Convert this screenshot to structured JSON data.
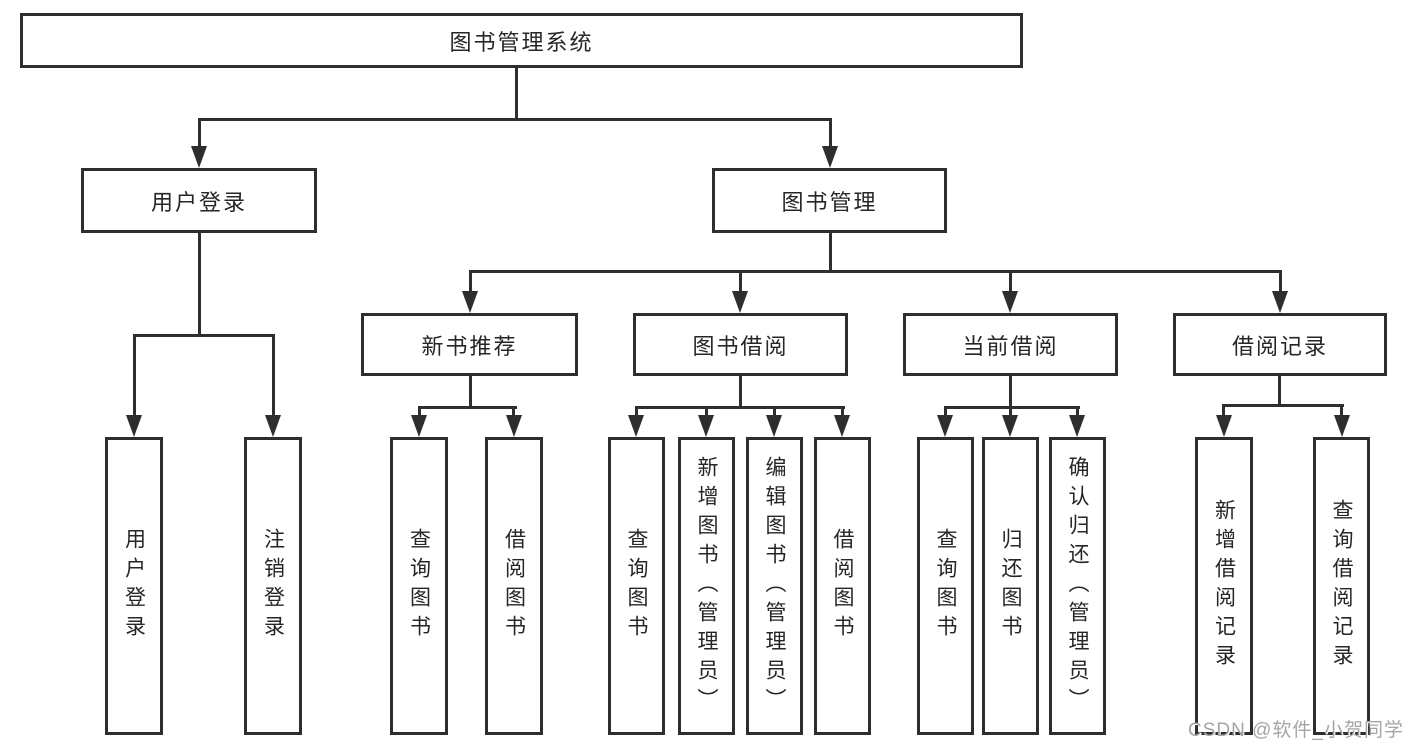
{
  "diagram_type": "tree",
  "tree": {
    "label": "图书管理系统",
    "children": [
      {
        "label": "用户登录",
        "children": [
          {
            "label": "用户登录"
          },
          {
            "label": "注销登录"
          }
        ]
      },
      {
        "label": "图书管理",
        "children": [
          {
            "label": "新书推荐",
            "children": [
              {
                "label": "查询图书"
              },
              {
                "label": "借阅图书"
              }
            ]
          },
          {
            "label": "图书借阅",
            "children": [
              {
                "label": "查询图书"
              },
              {
                "label": "新增图书（管理员）"
              },
              {
                "label": "编辑图书（管理员）"
              },
              {
                "label": "借阅图书"
              }
            ]
          },
          {
            "label": "当前借阅",
            "children": [
              {
                "label": "查询图书"
              },
              {
                "label": "归还图书"
              },
              {
                "label": "确认归还（管理员）"
              }
            ]
          },
          {
            "label": "借阅记录",
            "children": [
              {
                "label": "新增借阅记录"
              },
              {
                "label": "查询借阅记录"
              }
            ]
          }
        ]
      }
    ]
  },
  "watermark": "CSDN @软件_小贺同学",
  "colors": {
    "line": "#2e2e2e",
    "text": "#262626",
    "background": "#ffffff",
    "watermark": "#a5a5a5"
  }
}
